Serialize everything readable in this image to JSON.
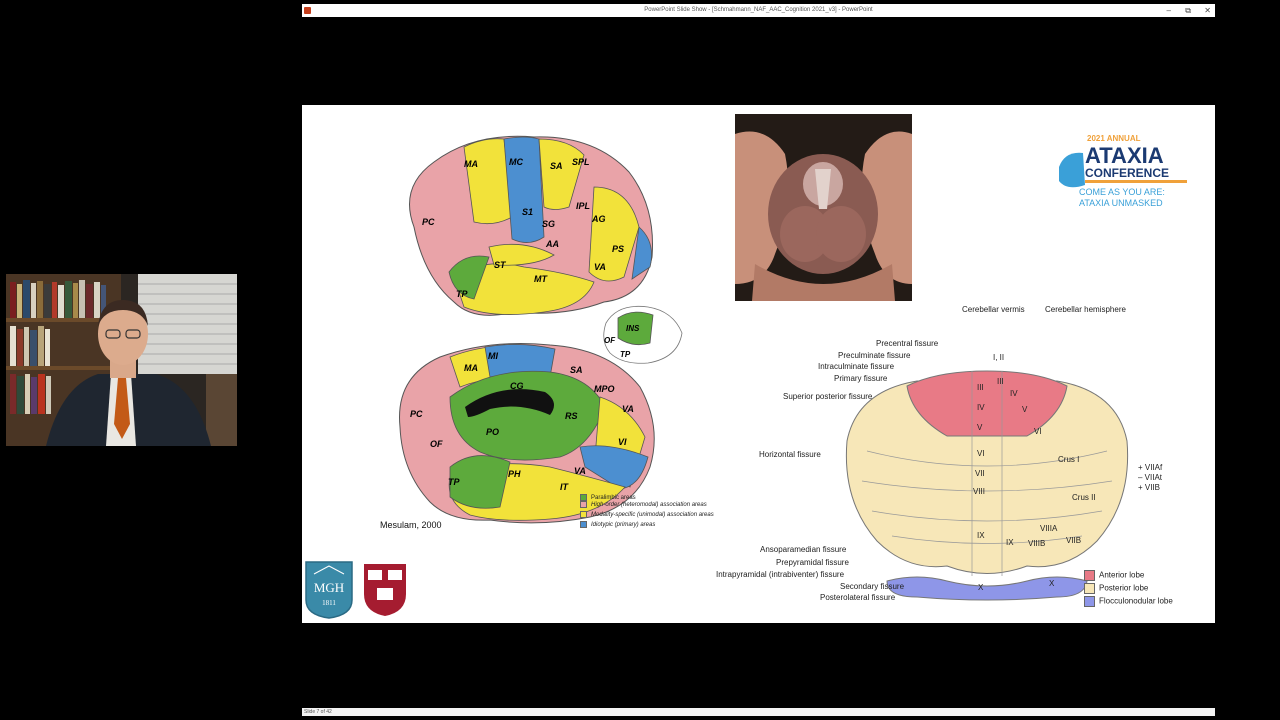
{
  "window": {
    "title": "PowerPoint Slide Show - [Schmahmann_NAF_AAC_Cognition 2021_v3] - PowerPoint",
    "minimize": "–",
    "restore": "⧉",
    "close": "✕"
  },
  "statusbar": {
    "slide_indicator": "Slide 7 of 42"
  },
  "slide": {
    "citation": "Mesulam, 2000",
    "brain_legend": [
      {
        "label": "Paralimbic areas",
        "color": "#5daa3c"
      },
      {
        "label": "High-order (heteromodal) association areas",
        "color": "#e9a3a8"
      },
      {
        "label": "Modality-specific (unimodal) association areas",
        "color": "#f2e23a"
      },
      {
        "label": "Idiotypic (primary) areas",
        "color": "#4c8fd0"
      }
    ],
    "lateral_labels": [
      "MA",
      "MC",
      "SA",
      "SPL",
      "PC",
      "S1",
      "SG",
      "IPL",
      "AG",
      "AA",
      "PS",
      "ST",
      "MT",
      "VA",
      "TP"
    ],
    "medial_labels": [
      "MI",
      "MA",
      "SA",
      "MPO",
      "CG",
      "PC",
      "RS",
      "VA",
      "PO",
      "OF",
      "VI",
      "PH",
      "VA",
      "TP",
      "IT"
    ],
    "insula_labels": [
      "INS",
      "OF",
      "TP"
    ],
    "logos": {
      "conference_year": "2021 ANNUAL",
      "conference_name_1": "ATAXIA",
      "conference_name_2": "CONFERENCE",
      "tagline_1": "COME AS YOU ARE:",
      "tagline_2": "ATAXIA UNMASKED",
      "mgh_name": "MGH",
      "mgh_year": "1811"
    },
    "cerebellum": {
      "header_vermis": "Cerebellar vermis",
      "header_hemisphere": "Cerebellar hemisphere",
      "left_labels": [
        "Precentral fissure",
        "Preculminate fissure",
        "Intraculminate fissure",
        "Primary fissure",
        "Superior posterior fissure",
        "Horizontal fissure",
        "Ansoparamedian fissure",
        "Prepyramidal fissure",
        "Intrapyramidal (intrabiventer) fissure",
        "Secondary fissure",
        "Posterolateral fissure"
      ],
      "right_labels": [
        "+ VIIAf",
        "– VIIAt",
        "+ VIIB"
      ],
      "lobule_labels": [
        "I, II",
        "III",
        "III",
        "IV",
        "IV",
        "V",
        "V",
        "VI",
        "VI",
        "Crus I",
        "VII",
        "Crus II",
        "VIII",
        "IX",
        "IX",
        "VIIIA",
        "VIIIB",
        "VIIB",
        "X",
        "X"
      ],
      "legend": [
        {
          "label": "Anterior lobe",
          "color": "#e87a86"
        },
        {
          "label": "Posterior lobe",
          "color": "#f7e7b8"
        },
        {
          "label": "Flocculonodular lobe",
          "color": "#8e96e8"
        }
      ]
    }
  }
}
